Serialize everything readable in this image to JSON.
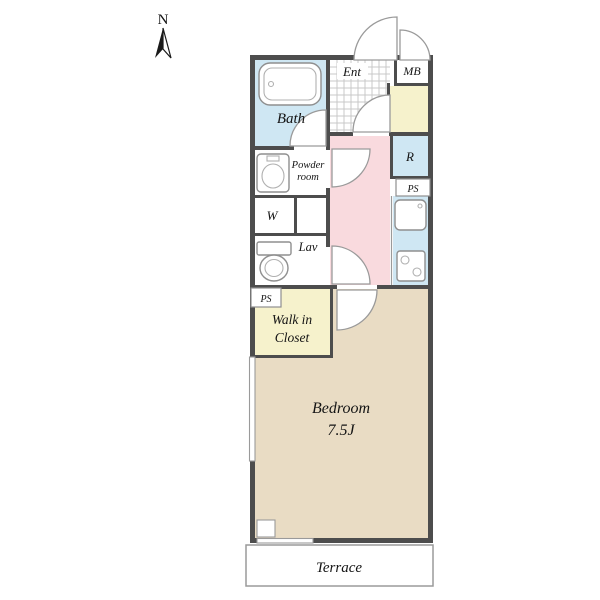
{
  "compass": {
    "label": "N"
  },
  "colors": {
    "wall": "#4d4d4d",
    "room_blue": "#cfe7f3",
    "room_pink": "#f9dade",
    "room_yellow": "#f6f2cc",
    "room_beige": "#e9dcc4",
    "tile_line": "#c9c9c9"
  },
  "rooms": {
    "bath": {
      "label": "Bath"
    },
    "ent": {
      "label": "Ent"
    },
    "mb": {
      "label": "MB"
    },
    "r": {
      "label": "R"
    },
    "ps_right": {
      "label": "PS"
    },
    "powder_room": {
      "line1": "Powder",
      "line2": "room"
    },
    "washer": {
      "label": "W"
    },
    "lav": {
      "label": "Lav"
    },
    "ps_left": {
      "label": "PS"
    },
    "walk_in_closet": {
      "line1": "Walk in",
      "line2": "Closet"
    },
    "bedroom": {
      "line1": "Bedroom",
      "line2": "7.5J"
    },
    "terrace": {
      "label": "Terrace"
    }
  }
}
